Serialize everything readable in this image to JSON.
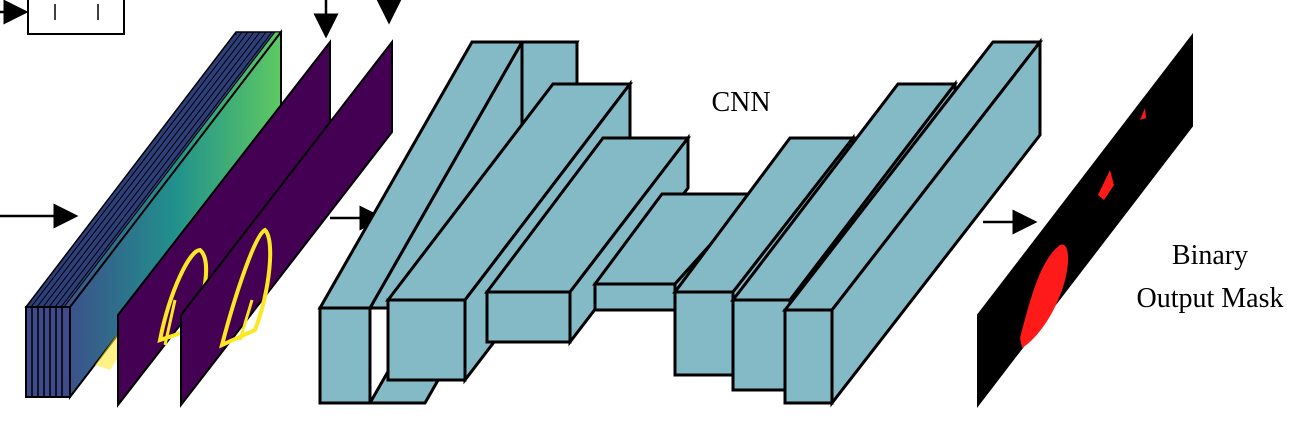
{
  "labels": {
    "cnn": "CNN",
    "output_line1": "Binary",
    "output_line2": "Output Mask"
  },
  "colors": {
    "block_fill": "#84b9c6",
    "stroke": "#000000",
    "stack_front": "#3f4a8a",
    "viridis_dark": "#440154",
    "viridis_mid": "#2a8f8a",
    "viridis_bright": "#fde725",
    "mask_bg": "#000000",
    "mask_fg": "#ff1a1a"
  },
  "icons": [
    "arrow-right-icon",
    "arrow-down-icon",
    "input-box-icon"
  ]
}
